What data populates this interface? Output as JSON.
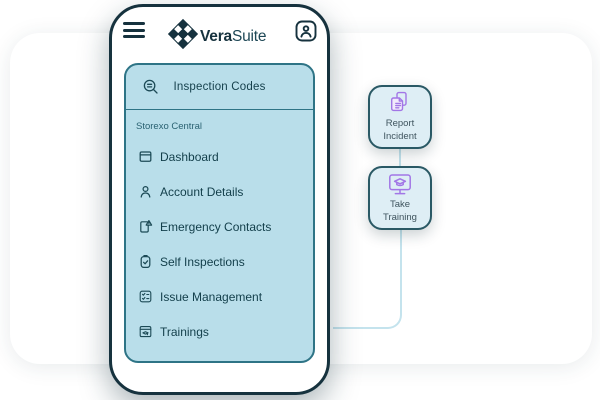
{
  "brand": {
    "bold": "Vera",
    "light": "Suite"
  },
  "phone_header": {
    "icons": [
      "hamburger-menu-icon",
      "verasuite-diamond-logo",
      "profile-icon"
    ]
  },
  "menu": {
    "title": "Inspection Codes",
    "title_icon": "search-list-icon",
    "section_label": "Storexo Central",
    "items": [
      {
        "icon": "dashboard-window-icon",
        "label": "Dashboard"
      },
      {
        "icon": "user-icon",
        "label": "Account Details"
      },
      {
        "icon": "document-alert-icon",
        "label": "Emergency Contacts"
      },
      {
        "icon": "clipboard-check-icon",
        "label": "Self Inspections"
      },
      {
        "icon": "checklist-icon",
        "label": "Issue Management"
      },
      {
        "icon": "training-window-icon",
        "label": "Trainings"
      }
    ]
  },
  "quick_actions": [
    {
      "icon": "report-documents-icon",
      "label": "Report Incident"
    },
    {
      "icon": "training-monitor-icon",
      "label": "Take Training"
    }
  ],
  "colors": {
    "frame_dark_teal": "#16323e",
    "panel_background": "#b9deea",
    "panel_border": "#2e7486",
    "text_dark": "#143f4b",
    "accent_purple": "#a276e6",
    "action_background": "#deeef5",
    "action_border": "#2a5965",
    "connector_light_blue": "#c4e3ed"
  }
}
